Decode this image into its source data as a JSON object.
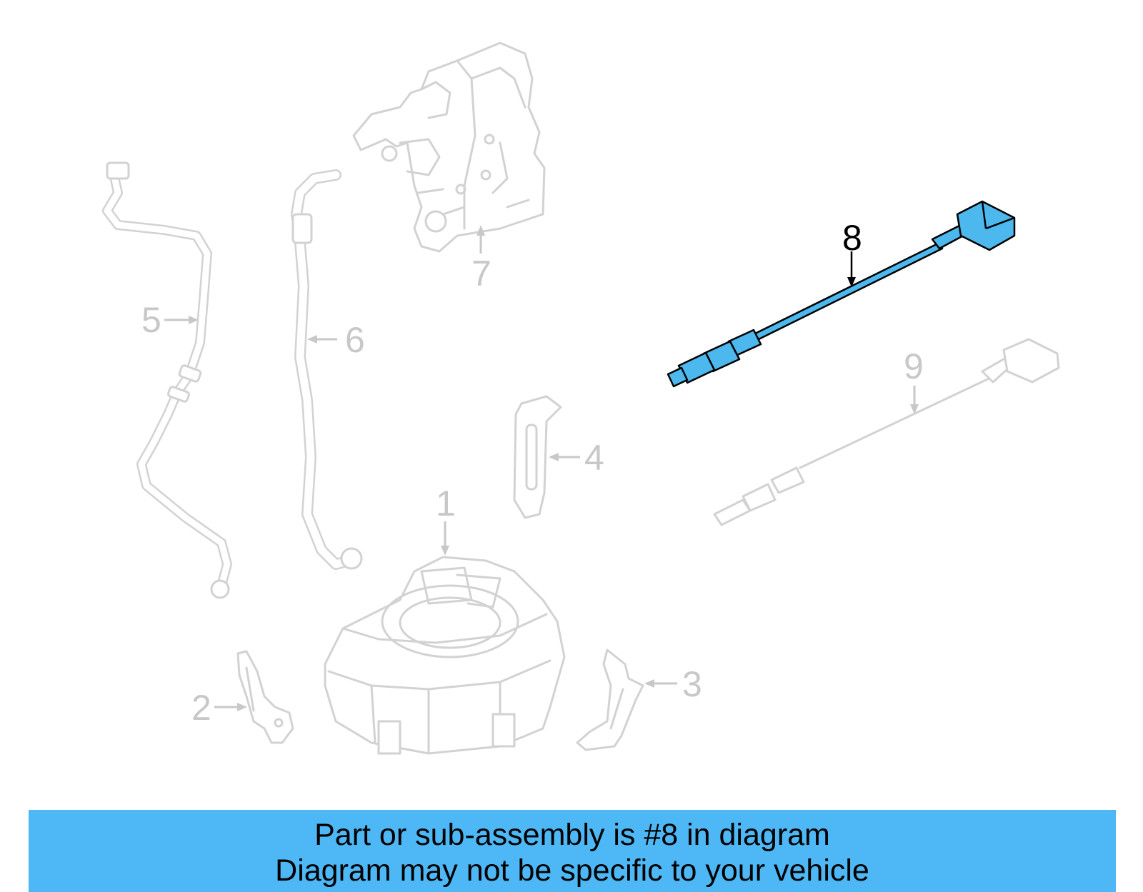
{
  "callouts": {
    "c1": "1",
    "c2": "2",
    "c3": "3",
    "c4": "4",
    "c5": "5",
    "c6": "6",
    "c7": "7",
    "c8": "8",
    "c9": "9"
  },
  "highlighted_part": "8",
  "colors": {
    "highlight": "#4db8ee",
    "banner": "#4db8f5",
    "ghost": "#d2d2d2"
  },
  "banner": {
    "line1": "Part or sub-assembly is #8 in diagram",
    "line2": "Diagram may not be specific to your vehicle"
  }
}
